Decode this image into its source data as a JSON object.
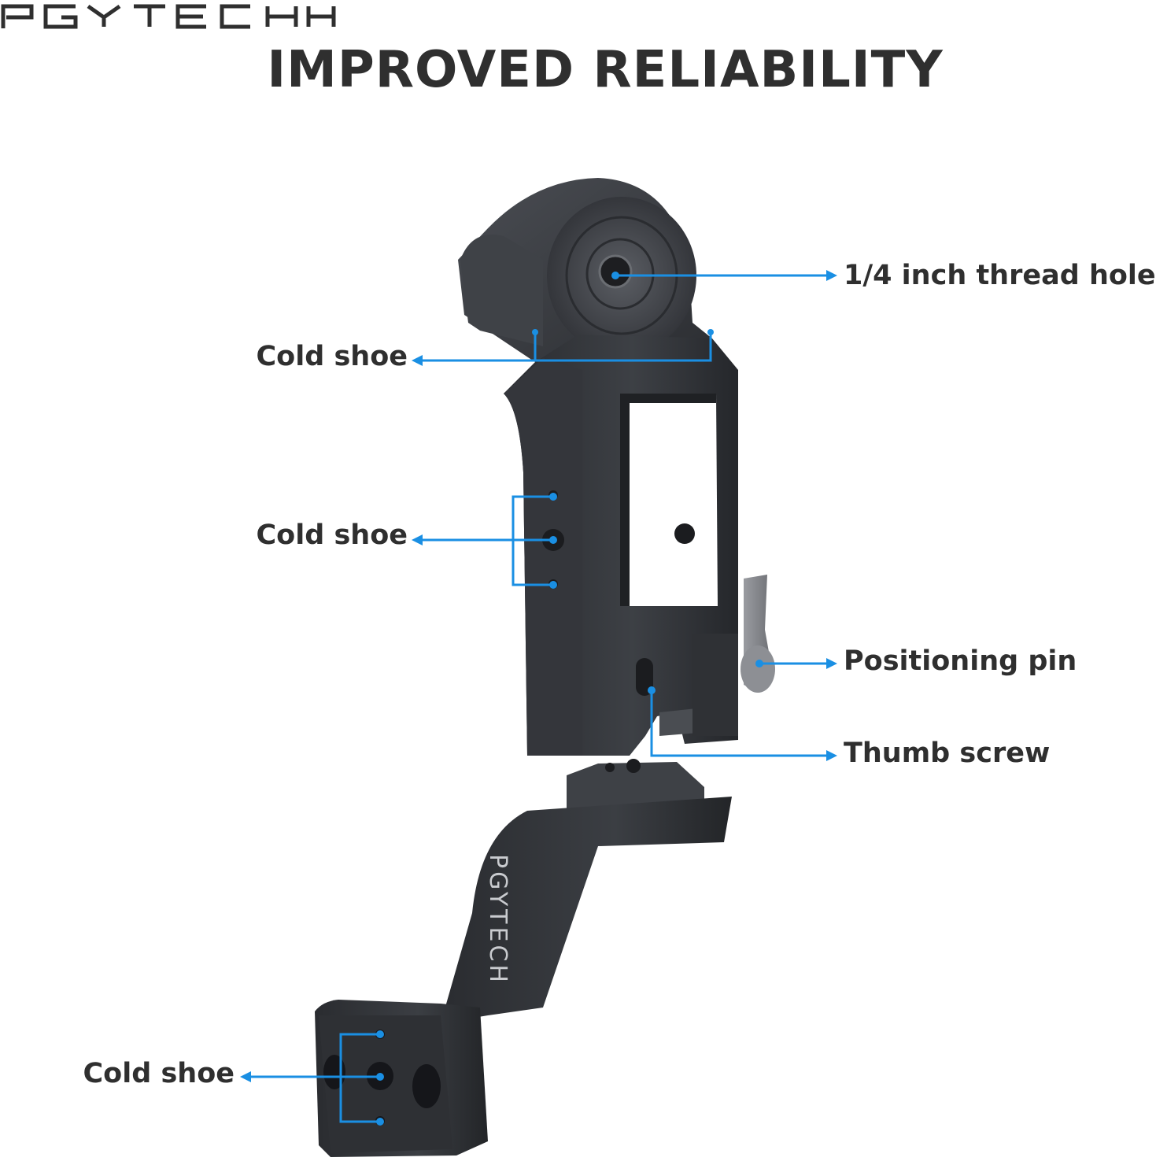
{
  "brand": {
    "logo_text": "PGYTECH",
    "engraving_text": "PGYTECH"
  },
  "headline": "IMPROVED RELIABILITY",
  "callouts": {
    "thread_hole": "1/4 inch thread hole",
    "cold_shoe_top": "Cold shoe",
    "cold_shoe_middle": "Cold shoe",
    "positioning_pin": "Positioning pin",
    "thumb_screw": "Thumb screw",
    "cold_shoe_bottom": "Cold shoe"
  },
  "colors": {
    "callout_line": "#1a8fe3",
    "text": "#2f2f2f",
    "metal_dark": "#2b2d31",
    "metal_mid": "#3a3c41",
    "metal_light": "#55585e"
  }
}
